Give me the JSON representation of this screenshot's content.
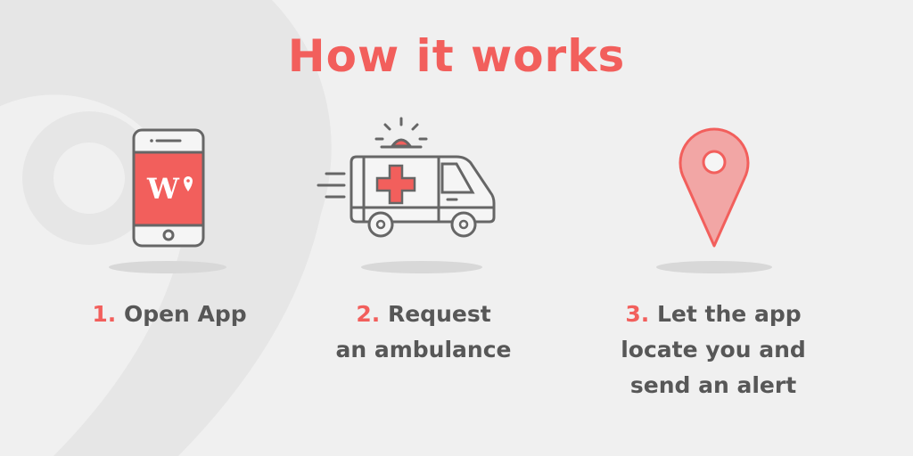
{
  "title": "How it works",
  "colors": {
    "accent": "#f25f5c",
    "text": "#575757",
    "background": "#f0f0f0",
    "icon_stroke": "#666666"
  },
  "steps": [
    {
      "number": "1.",
      "line1": "Open App",
      "line2": "",
      "line3": "",
      "icon": "phone-icon",
      "app_logo": "W"
    },
    {
      "number": "2.",
      "line1": "Request",
      "line2": "an ambulance",
      "line3": "",
      "icon": "ambulance-icon"
    },
    {
      "number": "3.",
      "line1": "Let the app",
      "line2": "locate you and",
      "line3": "send an alert",
      "icon": "location-pin-icon"
    }
  ]
}
